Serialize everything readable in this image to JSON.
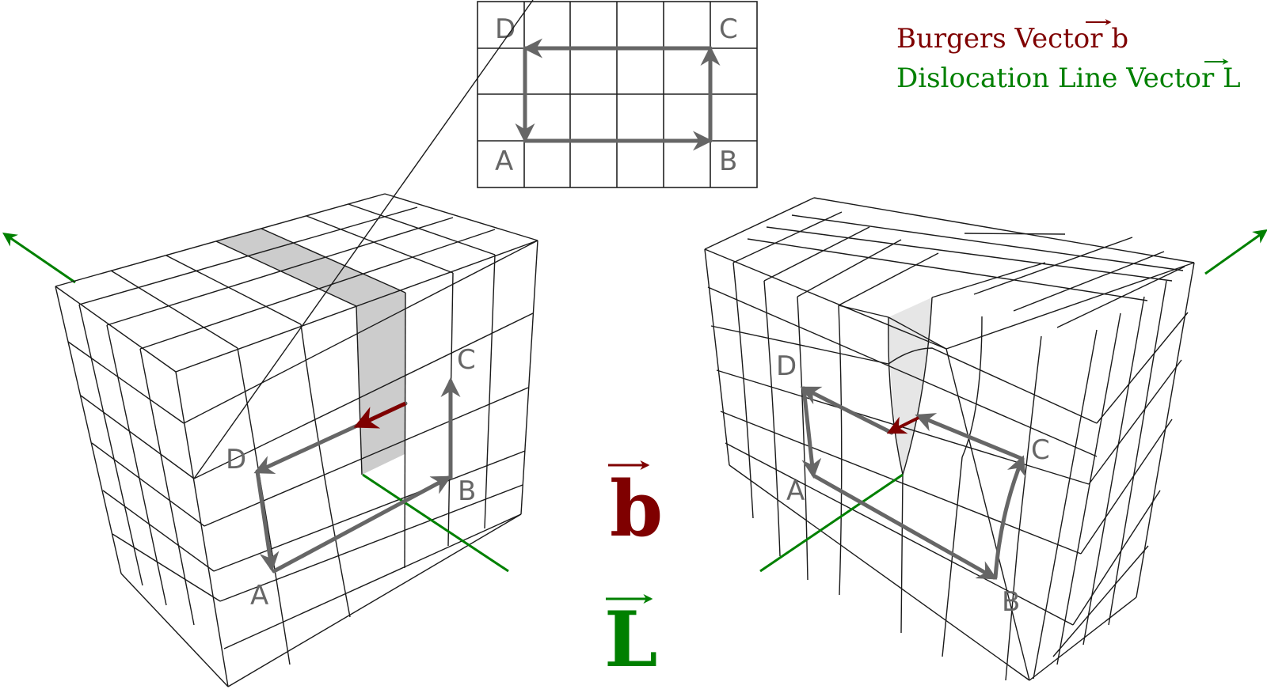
{
  "colors": {
    "burgers": "#7f0000",
    "line_vector": "#008000",
    "circuit": "#666666",
    "lattice": "#1a1a1a",
    "shade_left": "#cccccc",
    "shade_right": "#e6e6e6",
    "background": "#ffffff"
  },
  "legend": {
    "burgers_label": "Burgers Vector b",
    "line_label": "Dislocation Line Vector L"
  },
  "reference_grid": {
    "columns": 6,
    "rows": 4,
    "labels": {
      "D": "D",
      "C": "C",
      "A": "A",
      "B": "B"
    },
    "circuit_order": [
      "A",
      "B",
      "C",
      "D",
      "A"
    ]
  },
  "left_crystal": {
    "type": "screw dislocation",
    "labels": {
      "A": "A",
      "B": "B",
      "C": "C",
      "D": "D"
    }
  },
  "right_crystal": {
    "type": "edge dislocation",
    "labels": {
      "A": "A",
      "B": "B",
      "C": "C",
      "D": "D"
    }
  },
  "symbols": {
    "b": "b",
    "L": "L"
  }
}
